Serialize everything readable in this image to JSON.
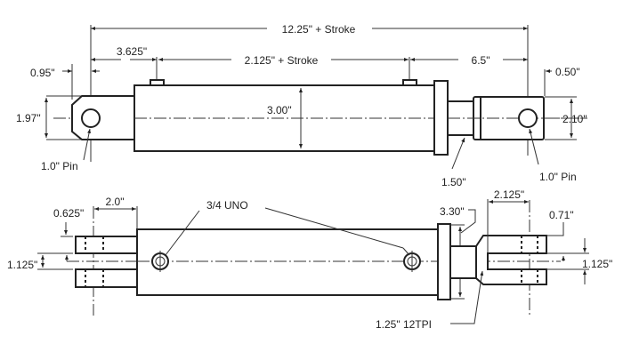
{
  "title": "Hydraulic cylinder dimension drawing",
  "top_view": {
    "overall_length": "12.25\" + Stroke",
    "port_offset": "3.625\"",
    "port_spacing": "2.125\" + Stroke",
    "rod_end_to_port": "6.5\"",
    "clevis_tip": "0.95\"",
    "clevis_height": "1.97\"",
    "bore": "3.00\"",
    "rod_end_tip": "0.50\"",
    "rod_end_height": "2.10\"",
    "pin_left": "1.0\" Pin",
    "pin_right": "1.0\" Pin",
    "rod_dia": "1.50\""
  },
  "bottom_view": {
    "clevis_depth": "2.0\"",
    "fork_thickness": "0.625\"",
    "slot_left": "1.125\"",
    "port_type": "3/4 UNO",
    "flange": "3.30\"",
    "rod_clevis_depth": "2.125\"",
    "rod_clevis_tip": "0.71\"",
    "slot_right": "1.125\"",
    "thread": "1.25\" 12TPI"
  }
}
